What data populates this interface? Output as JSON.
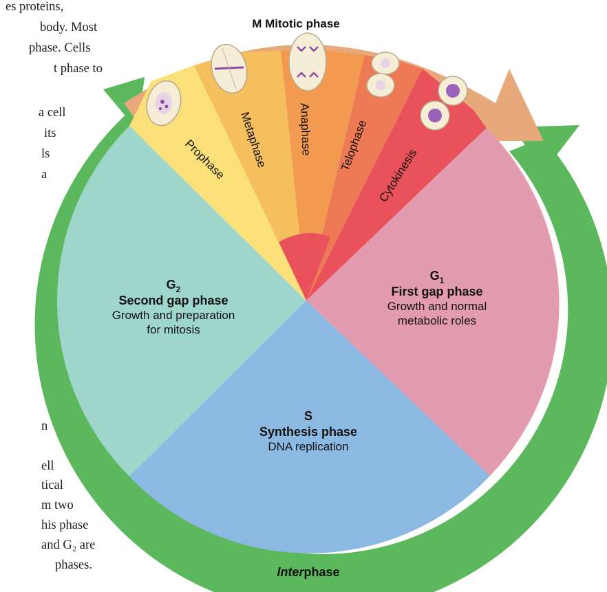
{
  "background_text": {
    "lines": [
      "es proteins,",
      "body. Most",
      "phase. Cells",
      "t phase to",
      "a cell",
      "its",
      "ls",
      "a",
      "n",
      "ell",
      "tical",
      "m two",
      "his phase",
      "and G₂ are",
      "phases."
    ]
  },
  "diagram": {
    "mitotic_arrow_label": "M Mitotic phase",
    "interphase_label": {
      "italic": "Inter",
      "rest": "phase"
    },
    "mitotic_stages": [
      "Prophase",
      "Metaphase",
      "Anaphase",
      "Telophase",
      "Cytokinesis"
    ],
    "g1": {
      "letter": "G",
      "sub": "1",
      "name": "First gap phase",
      "desc_line1": "Growth and normal",
      "desc_line2": "metabolic roles"
    },
    "g2": {
      "letter": "G",
      "sub": "2",
      "name": "Second gap phase",
      "desc_line1": "Growth and preparation",
      "desc_line2": "for mitosis"
    },
    "s": {
      "letter": "S",
      "name": "Synthesis phase",
      "desc_line1": "DNA replication"
    }
  },
  "colors": {
    "ring": "#5cb85c",
    "mitotic_arrow": "#e8a97a",
    "g1": "#e39bb0",
    "g2": "#9fd6cb",
    "s": "#8bb9e2",
    "prophase": "#fbe07a",
    "metaphase": "#f5bf5e",
    "anaphase": "#f29a4f",
    "telophase": "#ee7a55",
    "cytokinesis": "#e9525a"
  }
}
